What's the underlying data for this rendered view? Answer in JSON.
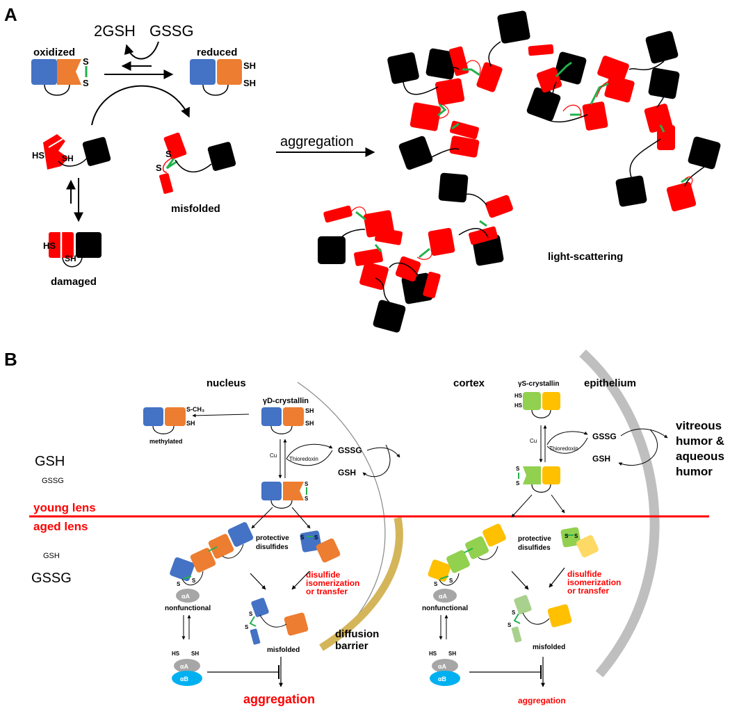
{
  "panel_a": {
    "label": "A",
    "two_gsh": "2GSH",
    "gssg": "GSSG",
    "oxidized": "oxidized",
    "reduced": "reduced",
    "s": "S",
    "sh": "SH",
    "hs": "HS",
    "misfolded": "misfolded",
    "damaged": "damaged",
    "aggregation": "aggregation",
    "light_scattering": "light-scattering"
  },
  "panel_b": {
    "label": "B",
    "nucleus": "nucleus",
    "cortex": "cortex",
    "epithelium": "epithelium",
    "gamma_d": "γD-crystallin",
    "gamma_s": "γS-crystallin",
    "s_ch3": "S-CH₃",
    "methylated": "methylated",
    "cu": "Cu",
    "thioredoxin": "Thioredoxin",
    "gssg": "GSSG",
    "gsh": "GSH",
    "gsh_large": "GSH",
    "gssg_small": "GSSG",
    "gsh_small": "GSH",
    "gssg_large": "GSSG",
    "young_lens": "young lens",
    "aged_lens": "aged lens",
    "protective_1": "protective",
    "protective_2": "disulfides",
    "isomer_1": "disulfide",
    "isomer_2": "isomerization",
    "isomer_3": "or transfer",
    "nonfunctional": "nonfunctional",
    "alpha_a": "αA",
    "alpha_b": "αB",
    "misfolded": "misfolded",
    "aggregation": "aggregation",
    "diffusion_1": "diffusion",
    "diffusion_2": "barrier",
    "vitreous_1": "vitreous",
    "vitreous_2": "humor &",
    "vitreous_3": "aqueous",
    "vitreous_4": "humor",
    "s": "S",
    "sh": "SH",
    "hs": "HS"
  },
  "colors": {
    "blue": "#4472c4",
    "orange": "#ed7d31",
    "red": "#ff0000",
    "black": "#000000",
    "green_link": "#22b14c",
    "light_green": "#92d050",
    "yellow": "#ffc000",
    "grey_barrier": "#bfbfbf",
    "gold_barrier": "#d4b55a",
    "alpha_a": "#a6a6a6",
    "alpha_b": "#00b0f0"
  }
}
